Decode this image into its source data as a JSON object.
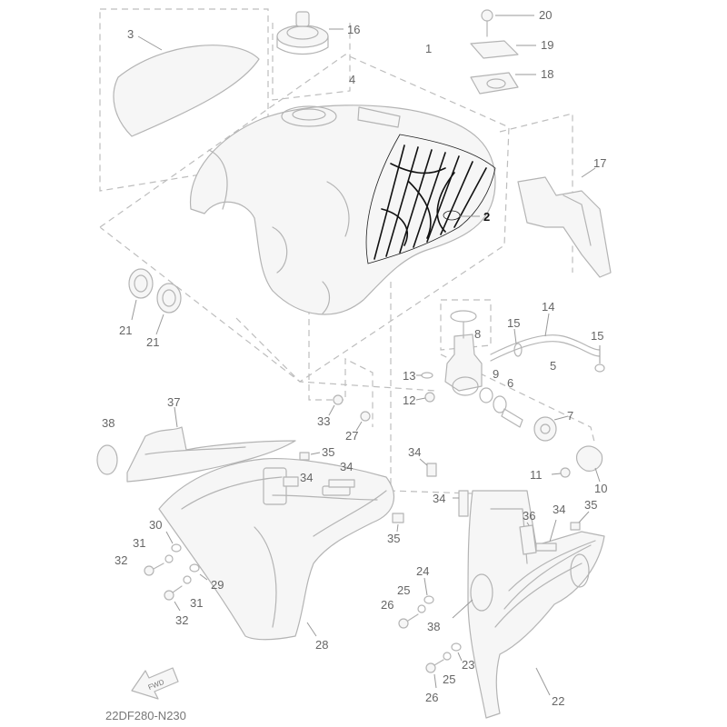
{
  "diagram": {
    "code": "22DF280-N230",
    "fwd_label": "FWD",
    "callouts": [
      {
        "id": "c3",
        "text": "3"
      },
      {
        "id": "c16",
        "text": "16"
      },
      {
        "id": "c20",
        "text": "20"
      },
      {
        "id": "c19",
        "text": "19"
      },
      {
        "id": "c18",
        "text": "18"
      },
      {
        "id": "c1",
        "text": "1"
      },
      {
        "id": "c4",
        "text": "4"
      },
      {
        "id": "c2",
        "text": "2"
      },
      {
        "id": "c17",
        "text": "17"
      },
      {
        "id": "c21a",
        "text": "21"
      },
      {
        "id": "c21b",
        "text": "21"
      },
      {
        "id": "c8",
        "text": "8"
      },
      {
        "id": "c14",
        "text": "14"
      },
      {
        "id": "c15a",
        "text": "15"
      },
      {
        "id": "c15b",
        "text": "15"
      },
      {
        "id": "c5",
        "text": "5"
      },
      {
        "id": "c13",
        "text": "13"
      },
      {
        "id": "c9",
        "text": "9"
      },
      {
        "id": "c6",
        "text": "6"
      },
      {
        "id": "c12",
        "text": "12"
      },
      {
        "id": "c7",
        "text": "7"
      },
      {
        "id": "c33",
        "text": "33"
      },
      {
        "id": "c27",
        "text": "27"
      },
      {
        "id": "c37",
        "text": "37"
      },
      {
        "id": "c38a",
        "text": "38"
      },
      {
        "id": "c35a",
        "text": "35"
      },
      {
        "id": "c34a",
        "text": "34"
      },
      {
        "id": "c34b",
        "text": "34"
      },
      {
        "id": "c34c",
        "text": "34"
      },
      {
        "id": "c11",
        "text": "11"
      },
      {
        "id": "c10",
        "text": "10"
      },
      {
        "id": "c34d",
        "text": "34"
      },
      {
        "id": "c36",
        "text": "36"
      },
      {
        "id": "c34e",
        "text": "34"
      },
      {
        "id": "c35b",
        "text": "35"
      },
      {
        "id": "c35c",
        "text": "35"
      },
      {
        "id": "c30",
        "text": "30"
      },
      {
        "id": "c31a",
        "text": "31"
      },
      {
        "id": "c32a",
        "text": "32"
      },
      {
        "id": "c29",
        "text": "29"
      },
      {
        "id": "c31b",
        "text": "31"
      },
      {
        "id": "c32b",
        "text": "32"
      },
      {
        "id": "c28",
        "text": "28"
      },
      {
        "id": "c24",
        "text": "24"
      },
      {
        "id": "c25a",
        "text": "25"
      },
      {
        "id": "c26a",
        "text": "26"
      },
      {
        "id": "c38b",
        "text": "38"
      },
      {
        "id": "c23",
        "text": "23"
      },
      {
        "id": "c25b",
        "text": "25"
      },
      {
        "id": "c26b",
        "text": "26"
      },
      {
        "id": "c22",
        "text": "22"
      }
    ]
  }
}
